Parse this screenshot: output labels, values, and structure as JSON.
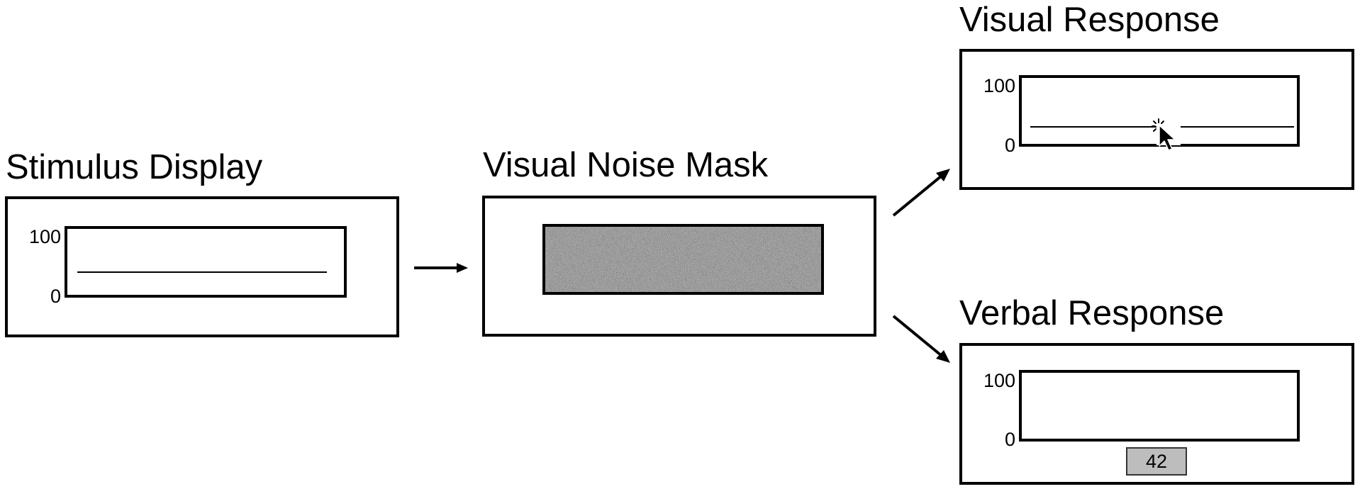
{
  "stimulus": {
    "title": "Stimulus Display",
    "axis_top": "100",
    "axis_bottom": "0"
  },
  "mask": {
    "title": "Visual Noise Mask"
  },
  "visual_response": {
    "title": "Visual Response",
    "axis_top": "100",
    "axis_bottom": "0"
  },
  "verbal_response": {
    "title": "Verbal Response",
    "axis_top": "100",
    "axis_bottom": "0",
    "answer": "42"
  },
  "icons": {
    "arrow": "arrow-right-icon",
    "cursor": "mouse-pointer-icon"
  }
}
